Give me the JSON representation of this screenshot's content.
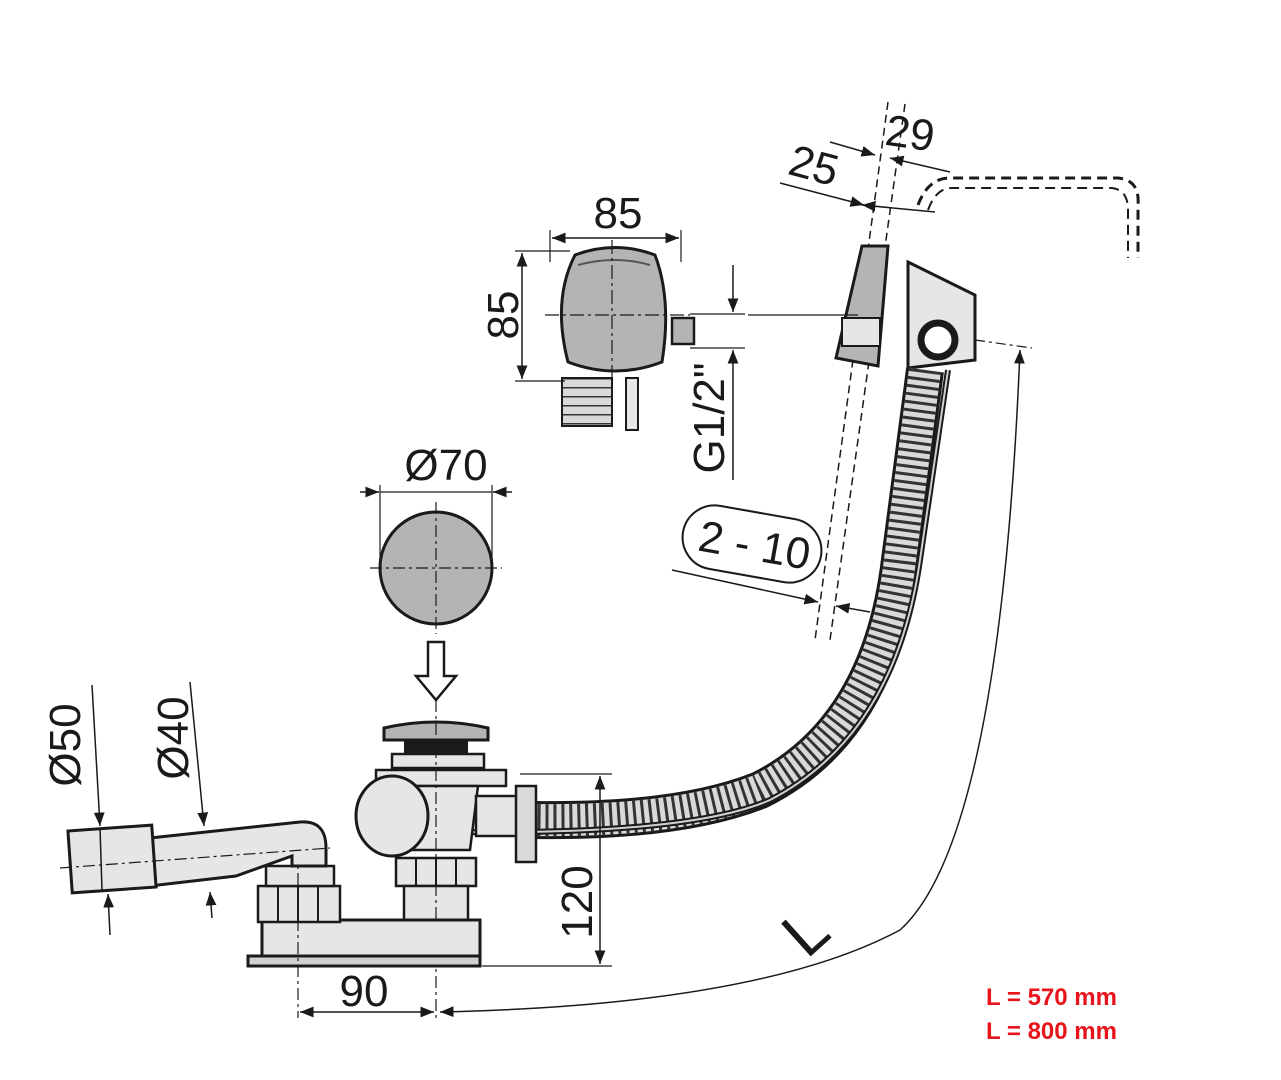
{
  "dimensions": {
    "overflow_width": "85",
    "overflow_height": "85",
    "thread": "G1/2\"",
    "plate_thickness": "25",
    "plate_depth": "29",
    "wall_range": "2 - 10",
    "plug_diameter": "Ø70",
    "outlet_outer": "Ø50",
    "outlet_inner": "Ø40",
    "waste_height": "120",
    "offset": "90",
    "length_symbol": "L"
  },
  "length_options": [
    "L = 570 mm",
    "L = 800 mm"
  ],
  "colors": {
    "line": "#1a1a1a",
    "fill_grey": "#b4b4b4",
    "fill_light": "#e6e6e6",
    "accent_text": "#e8141b"
  }
}
